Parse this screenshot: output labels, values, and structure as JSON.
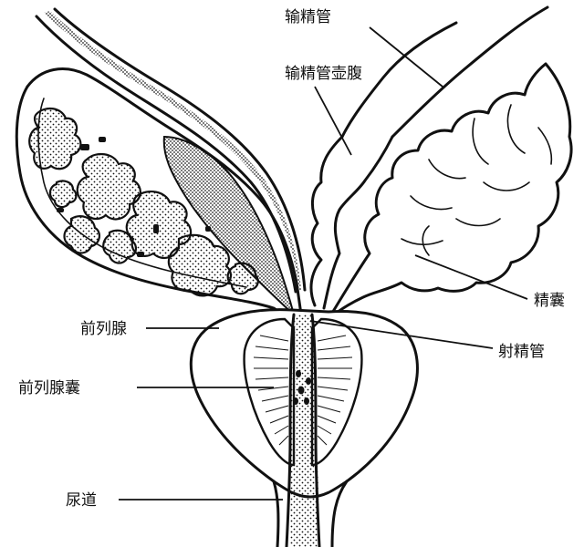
{
  "labels": {
    "vas_deferens": "输精管",
    "ampulla": "输精管壶腹",
    "seminal_vesicle": "精囊",
    "prostate": "前列腺",
    "ejaculatory_duct": "射精管",
    "prostatic_utricle": "前列腺囊",
    "urethra": "尿道"
  }
}
